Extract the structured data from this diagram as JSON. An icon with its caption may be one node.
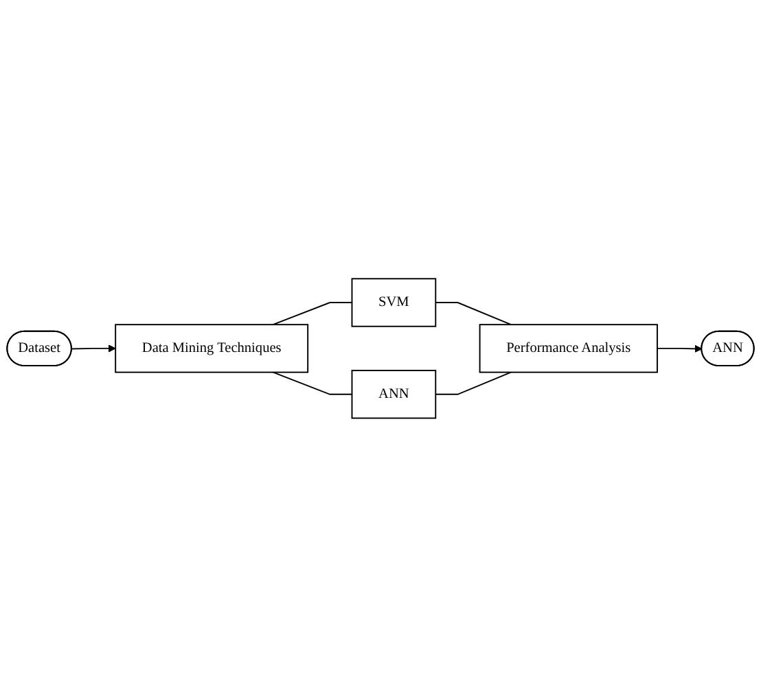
{
  "diagram": {
    "nodes": [
      {
        "text": [
          "Dataset"
        ]
      },
      {
        "text": [
          "Data Mining Techniques"
        ]
      },
      {
        "text": [
          "SVM"
        ]
      },
      {
        "text": [
          "ANN"
        ]
      },
      {
        "text": [
          "Performance Analysis"
        ]
      },
      {
        "text": [
          "ANN"
        ]
      }
    ],
    "edges": [
      {
        "from": 0,
        "to": 1,
        "arrow": "to"
      },
      {
        "from": 1,
        "to": 2,
        "arrow": "none"
      },
      {
        "from": 1,
        "to": 3,
        "arrow": "none"
      },
      {
        "from": 2,
        "to": 4,
        "arrow": "none"
      },
      {
        "from": 3,
        "to": 4,
        "arrow": "none"
      },
      {
        "from": 4,
        "to": 5,
        "arrow": "to"
      }
    ]
  }
}
